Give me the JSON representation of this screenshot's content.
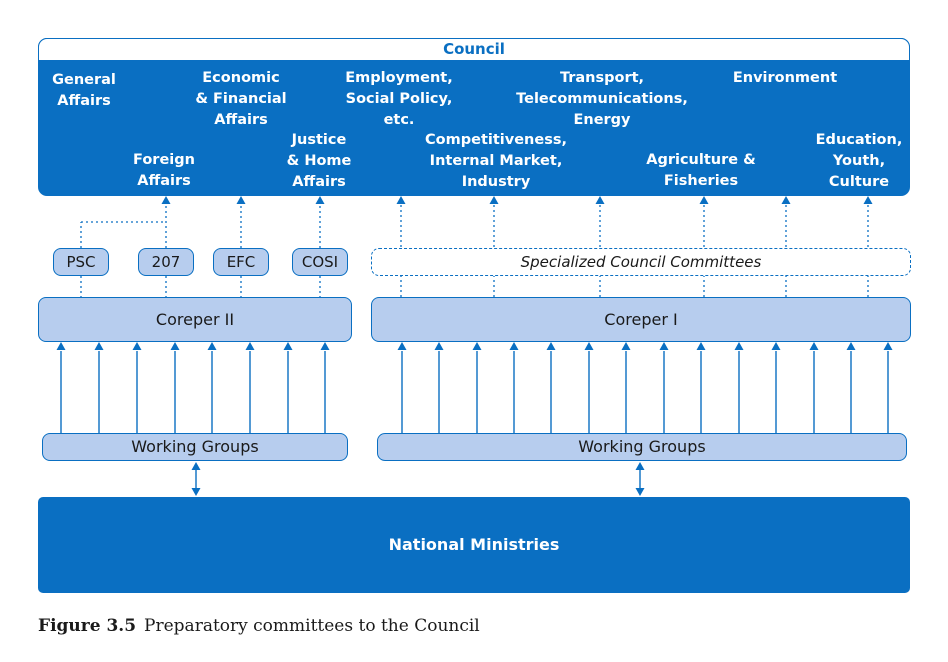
{
  "council": {
    "title": "Council",
    "configurations": {
      "general_affairs": "General\nAffairs",
      "foreign_affairs": "Foreign\nAffairs",
      "economic_financial": "Economic\n& Financial\nAffairs",
      "justice_home": "Justice\n& Home\nAffairs",
      "employment": "Employment,\nSocial Policy,\netc.",
      "competitiveness": "Competitiveness,\nInternal Market,\nIndustry",
      "transport": "Transport,\nTelecommunications,\nEnergy",
      "agriculture": "Agriculture &\nFisheries",
      "environment": "Environment",
      "education": "Education,\nYouth,\nCulture"
    }
  },
  "committees": {
    "psc": "PSC",
    "c207": "207",
    "efc": "EFC",
    "cosi": "COSI",
    "specialized": "Specialized Council Committees"
  },
  "coreper": {
    "two": "Coreper II",
    "one": "Coreper I"
  },
  "working_groups": {
    "left": "Working Groups",
    "right": "Working Groups"
  },
  "national_ministries": "National Ministries",
  "caption": {
    "label": "Figure 3.5",
    "text": "Preparatory committees to the Council"
  },
  "colors": {
    "primary": "#0a6fc2",
    "light": "#b7cdee"
  }
}
